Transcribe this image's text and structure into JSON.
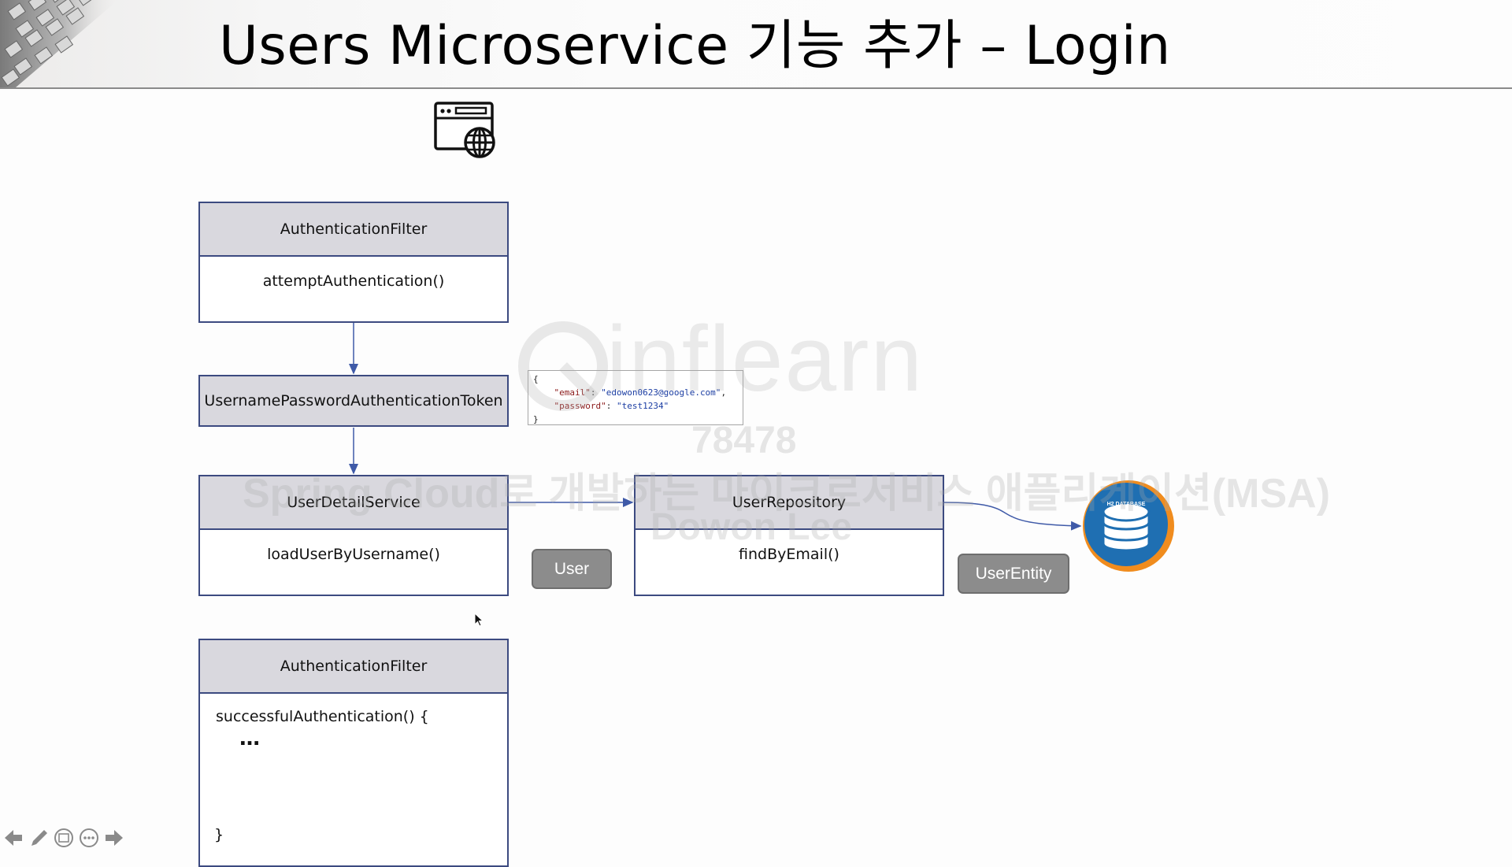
{
  "slide": {
    "title": "Users Microservice 기능 추가 – Login"
  },
  "diagram": {
    "auth_filter_top": {
      "name": "AuthenticationFilter",
      "method": "attemptAuthentication()"
    },
    "token": {
      "name": "UsernamePasswordAuthenticationToken"
    },
    "json_payload": {
      "open": "{",
      "email_key": "\"email\"",
      "email_value": "\"edowon0623@google.com\"",
      "password_key": "\"password\"",
      "password_value": "\"test1234\"",
      "close": "}"
    },
    "user_detail_service": {
      "name": "UserDetailService",
      "method": "loadUserByUsername()"
    },
    "user_repository": {
      "name": "UserRepository",
      "method": "findByEmail()"
    },
    "user_label": "User",
    "user_entity_label": "UserEntity",
    "database_label": "H2 DATABASE",
    "auth_filter_bottom": {
      "name": "AuthenticationFilter",
      "method_open": "successfulAuthentication() {",
      "ellipsis": "…",
      "method_close": "}"
    }
  },
  "watermark": {
    "brand": "inflearn",
    "code": "78478",
    "course": "Spring Cloud로 개발하는 마이크로서비스 애플리케이션(MSA)",
    "author": "Dowon Lee"
  },
  "icons": [
    "browser-globe-icon",
    "database-icon",
    "arrow-left-icon",
    "pen-icon",
    "slide-overview-icon",
    "more-options-icon",
    "arrow-right-icon",
    "mouse-pointer-icon"
  ],
  "colors": {
    "box_border": "#3c4a80",
    "box_header": "#d9d8de",
    "pill": "#8c8c8c",
    "db_blue": "#1f6fb2",
    "db_orange": "#f08c1e"
  }
}
